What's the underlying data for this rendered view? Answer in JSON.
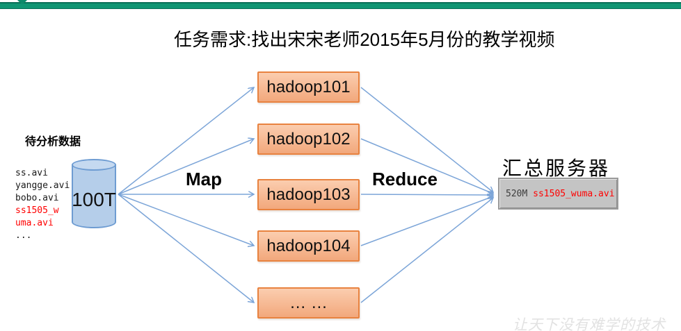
{
  "title": "任务需求:找出宋宋老师2015年5月份的教学视频",
  "source": {
    "label": "待分析数据",
    "cylinder_label": "100T",
    "files": [
      {
        "text": "ss.avi",
        "highlight": false
      },
      {
        "text": "yangge.avi",
        "highlight": false
      },
      {
        "text": "bobo.avi",
        "highlight": false
      },
      {
        "text": "ss1505_w",
        "highlight": true
      },
      {
        "text": "uma.avi",
        "highlight": true
      },
      {
        "text": "...",
        "highlight": false
      }
    ]
  },
  "stages": {
    "map": "Map",
    "reduce": "Reduce"
  },
  "nodes": [
    {
      "label": "hadoop101"
    },
    {
      "label": "hadoop102"
    },
    {
      "label": "hadoop103"
    },
    {
      "label": "hadoop104"
    },
    {
      "label": "… …"
    }
  ],
  "sink": {
    "label": "汇总服务器",
    "size": "520M ",
    "file": "ss1505_wuma.avi"
  },
  "watermark": "让天下没有难学的技术",
  "colors": {
    "top_bar": "#109573",
    "node_fill": "#F6BB95",
    "node_border": "#E8823F",
    "cylinder_fill": "#B5CEEA",
    "cylinder_border": "#6E9CD2",
    "arrow": "#7CA5D8",
    "sink_fill": "#C4C4C4",
    "highlight_text": "#FF0000"
  }
}
